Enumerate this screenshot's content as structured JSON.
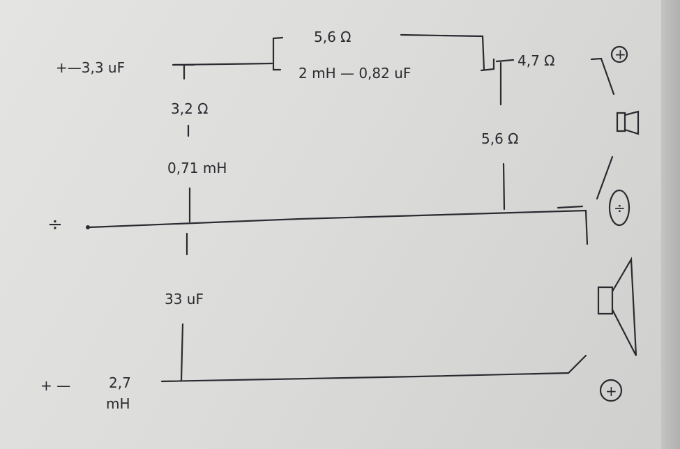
{
  "diagram": {
    "title": "Speaker crossover schematic (hand-drawn)",
    "labels": {
      "tweeter_input": "+—3,3 uF",
      "parallel_resistor": "5,6 Ω",
      "series_lc": "2 mH — 0,82 uF",
      "series_resistor_right": "4,7 Ω",
      "shunt_resistor": "3,2 Ω",
      "shunt_inductor": "0,71 mH",
      "shunt_resistor_right": "5,6 Ω",
      "ground_terminal": "÷",
      "woofer_cap": "33 uF",
      "woofer_input": "+ —",
      "woofer_inductor_value": "2,7",
      "woofer_inductor_unit": "mH",
      "tweeter_plus": "+",
      "tweeter_minus": "÷",
      "woofer_plus": "+"
    },
    "ink_color": "#2a2a30"
  }
}
